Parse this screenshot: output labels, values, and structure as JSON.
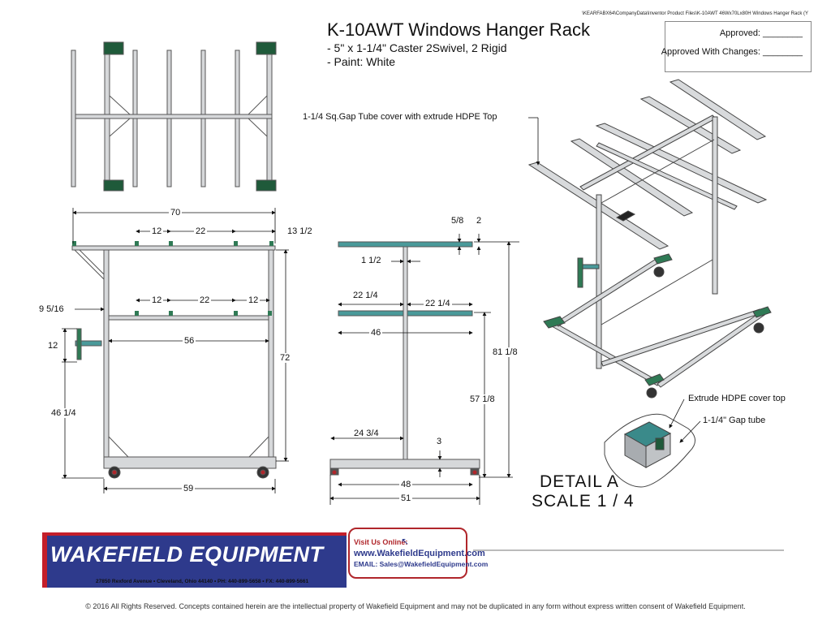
{
  "file_path": "\\KEARFABX64\\CompanyData\\Inventor Product Files\\K-10AWT 46Wx70Lx80H Windows Hanger Rack (Y",
  "title": "K-10AWT Windows Hanger Rack",
  "specs": [
    "- 5\" x 1-1/4\" Caster 2Swivel, 2 Rigid",
    "- Paint: White"
  ],
  "approval": {
    "approved": "Approved: ________",
    "approved_changes": "Approved With Changes: ________"
  },
  "callouts": {
    "tube_cover": "1-1/4 Sq.Gap Tube cover with extrude HDPE Top",
    "extrude_top": "Extrude HDPE cover top",
    "gap_tube": "1-1/4\" Gap tube"
  },
  "detail": {
    "label": "DETAIL  A",
    "scale": "SCALE 1 / 4"
  },
  "front_dims": {
    "overall_width": "70",
    "top_12": "12",
    "top_22": "22",
    "top_13_5": "13 1/2",
    "mid_12a": "12",
    "mid_22": "22",
    "mid_12b": "12",
    "offset_9": "9 5/16",
    "inner_56": "56",
    "height_72": "72",
    "handle_12": "12",
    "handle_46": "46 1/4",
    "base_59": "59"
  },
  "side_dims": {
    "d_5_8": "5/8",
    "d_2": "2",
    "d_1_5": "1 1/2",
    "d_22a": "22 1/4",
    "d_22b": "22 1/4",
    "d_46": "46",
    "d_81": "81 1/8",
    "d_57": "57 1/8",
    "d_24": "24 3/4",
    "d_3": "3",
    "d_48": "48",
    "d_51": "51"
  },
  "company": {
    "name": "WAKEFIELD EQUIPMENT",
    "address": "27850 Rexford Avenue • Cleveland, Ohio 44140 • PH: 440-899-5658 • FX: 440-899-5661",
    "visit_label": "Visit Us Online:",
    "website": "www.WakefieldEquipment.com",
    "email": "EMAIL: Sales@WakefieldEquipment.com"
  },
  "footer": "© 2016 All Rights Reserved. Concepts contained herein are the intellectual property of Wakefield Equipment and may not be duplicated in any form without express written consent of Wakefield Equipment.",
  "colors": {
    "frame": "#c8cacc",
    "accent_green": "#2f7a55",
    "brand_blue": "#2e3a8c",
    "brand_red": "#c41e2a"
  }
}
